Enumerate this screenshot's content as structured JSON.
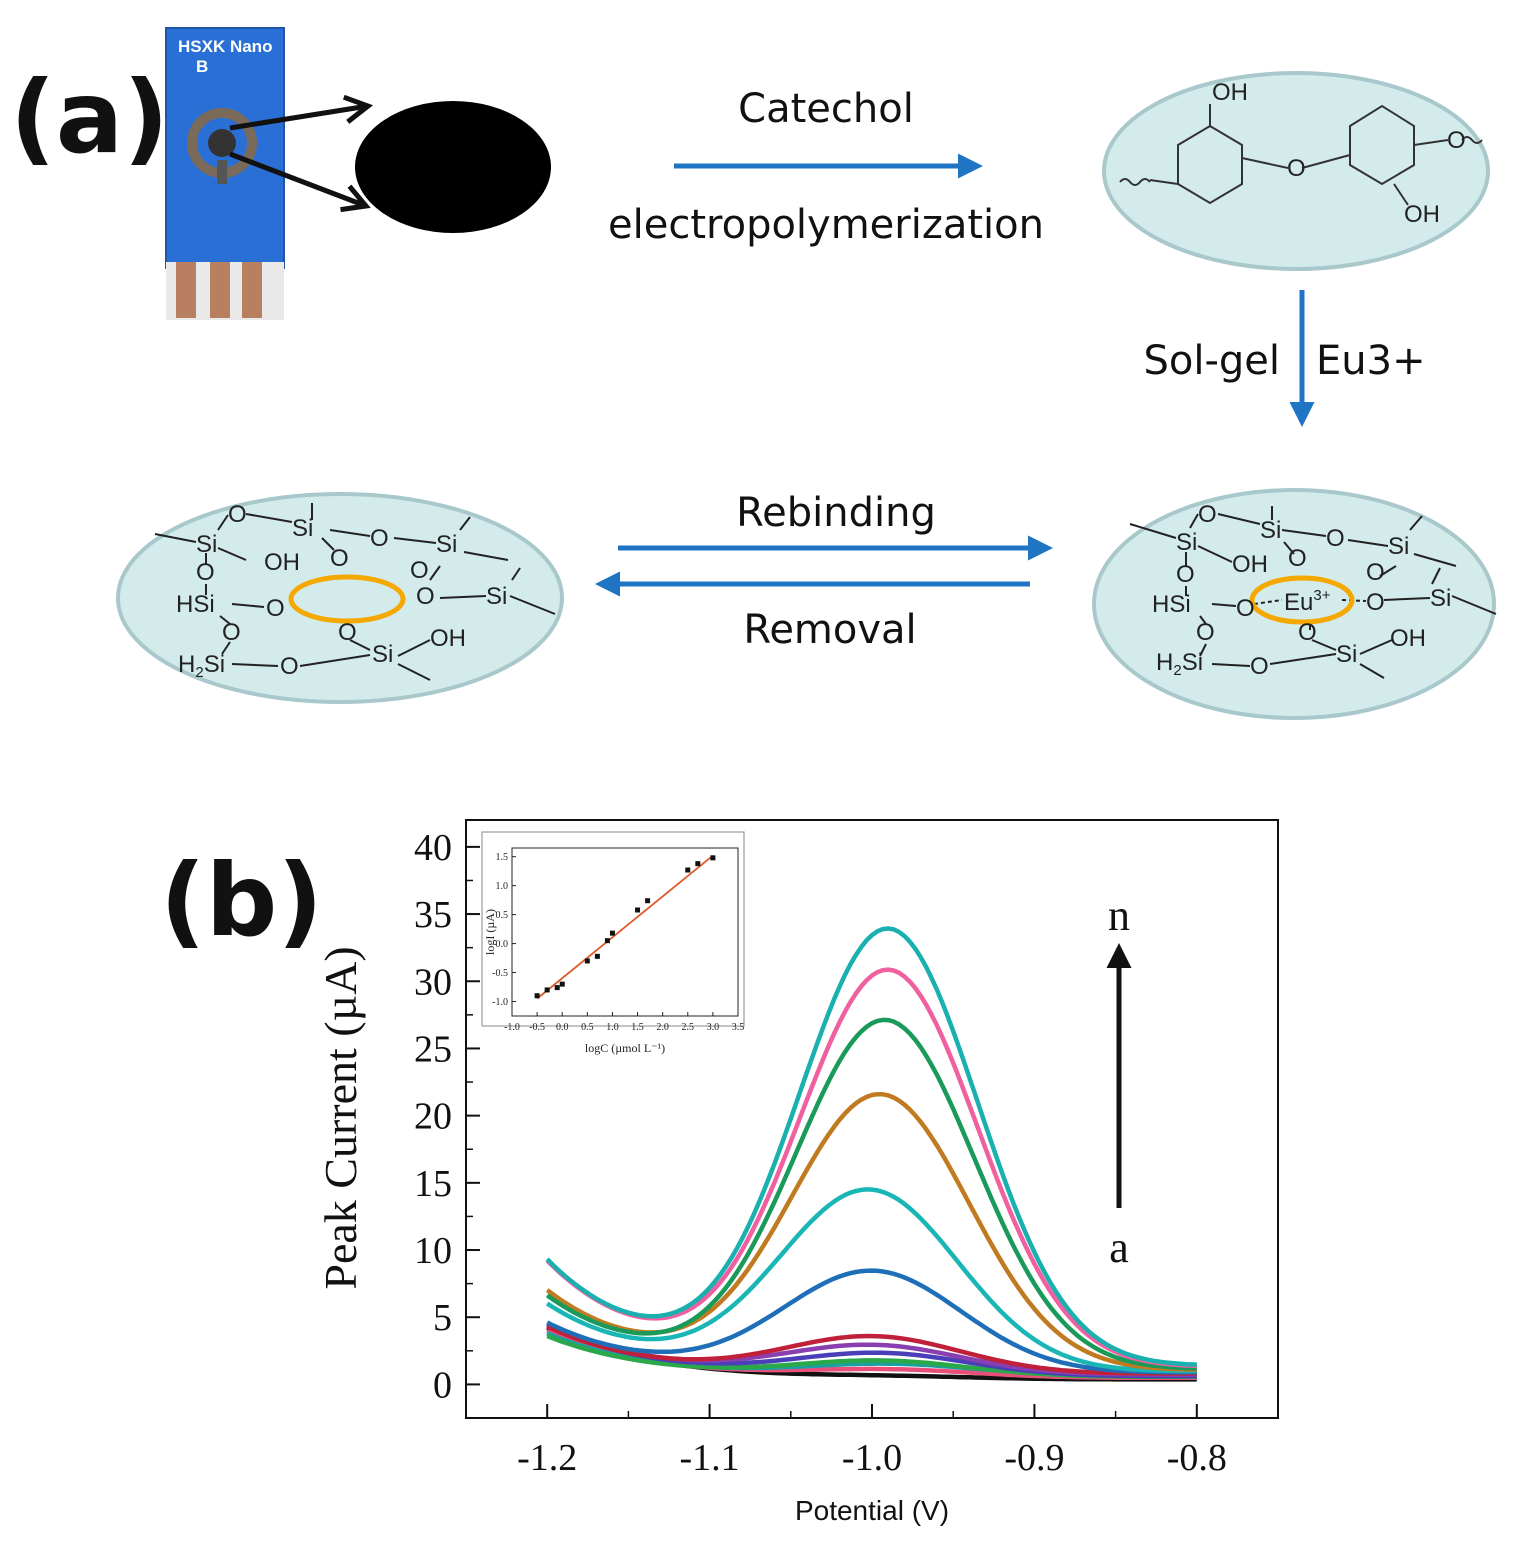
{
  "panel_a": {
    "label": "(a)",
    "electrode_text_line1": "HSXK Nano",
    "electrode_text_line2": "B",
    "step1_top": "Catechol",
    "step1_bottom": "electropolymerization",
    "step2_left": "Sol-gel",
    "step2_right": "Eu3+",
    "step3_top": "Rebinding",
    "step3_bottom": "Removal",
    "polymer_labels": {
      "oh_top": "OH",
      "oh_bottom": "OH",
      "o_center": "O",
      "o_right": "O"
    },
    "network_labels": {
      "si": "Si",
      "o": "O",
      "oh": "OH",
      "hsi": "HSi",
      "h2si": "H",
      "h2si_sub": "2",
      "h2si_si": "Si",
      "eu": "Eu",
      "eu_sup": "3+"
    },
    "colors": {
      "ellipse_fill": "#d4ebec",
      "ellipse_stroke": "#a8c8cb",
      "arrow_blue": "#1f74c4",
      "ring_orange": "#f5a800",
      "electrode_blue": "#2a6fd6"
    }
  },
  "panel_b": {
    "label": "(b)",
    "arrow_top": "n",
    "arrow_bottom": "a"
  },
  "chart_data": [
    {
      "type": "line",
      "xlabel": "Potential (V)",
      "ylabel": "Peak Current (µA)",
      "xlim": [
        -1.25,
        -0.75
      ],
      "ylim": [
        -2.5,
        42
      ],
      "xticks": [
        -1.2,
        -1.1,
        -1.0,
        -0.9,
        -0.8
      ],
      "xtick_labels": [
        "-1.2",
        "-1.1",
        "-1.0",
        "-0.9",
        "-0.8"
      ],
      "yticks": [
        0,
        5,
        10,
        15,
        20,
        25,
        30,
        35,
        40
      ],
      "ytick_labels": [
        "0",
        "5",
        "10",
        "15",
        "20",
        "25",
        "30",
        "35",
        "40"
      ],
      "grid": false,
      "series": [
        {
          "color": "#111111",
          "start": 4.2,
          "peak": 0.2,
          "peak_x": -0.99,
          "end": 0.45
        },
        {
          "color": "#e8507a",
          "start": 4.0,
          "peak": 0.6,
          "peak_x": -0.99,
          "end": 0.6
        },
        {
          "color": "#1aa0a0",
          "start": 3.8,
          "peak": 0.9,
          "peak_x": -0.99,
          "end": 0.8
        },
        {
          "color": "#2aa84a",
          "start": 3.6,
          "peak": 1.2,
          "peak_x": -0.995,
          "end": 0.7
        },
        {
          "color": "#4a3fb8",
          "start": 4.4,
          "peak": 1.7,
          "peak_x": -0.995,
          "end": 0.75
        },
        {
          "color": "#8a3fb0",
          "start": 4.5,
          "peak": 2.2,
          "peak_x": -1.0,
          "end": 0.9
        },
        {
          "color": "#c0203a",
          "start": 4.3,
          "peak": 2.8,
          "peak_x": -1.0,
          "end": 1.0
        },
        {
          "color": "#1f6fb8",
          "start": 4.6,
          "peak": 7.6,
          "peak_x": -1.0,
          "end": 1.1
        },
        {
          "color": "#1ab5b5",
          "start": 6.0,
          "peak": 13.5,
          "peak_x": -1.002,
          "end": 1.2
        },
        {
          "color": "#c07a20",
          "start": 7.0,
          "peak": 20.5,
          "peak_x": -0.995,
          "end": 1.3
        },
        {
          "color": "#1a9a5a",
          "start": 6.6,
          "peak": 26.0,
          "peak_x": -0.992,
          "end": 1.4
        },
        {
          "color": "#f060a0",
          "start": 9.2,
          "peak": 29.5,
          "peak_x": -0.99,
          "end": 1.6
        },
        {
          "color": "#1ab0b0",
          "start": 9.3,
          "peak": 32.5,
          "peak_x": -0.99,
          "end": 1.7
        }
      ]
    },
    {
      "type": "scatter",
      "xlabel": "logC (µmol L⁻¹)",
      "ylabel": "logI (µA)",
      "xlim": [
        -1.0,
        3.5
      ],
      "ylim": [
        -1.25,
        1.65
      ],
      "xticks": [
        -1.0,
        -0.5,
        0.0,
        0.5,
        1.0,
        1.5,
        2.0,
        2.5,
        3.0,
        3.5
      ],
      "xtick_labels": [
        "-1.0",
        "-0.5",
        "0.0",
        "0.5",
        "1.0",
        "1.5",
        "2.0",
        "2.5",
        "3.0",
        "3.5"
      ],
      "yticks": [
        -1.0,
        -0.5,
        0.0,
        0.5,
        1.0,
        1.5
      ],
      "ytick_labels": [
        "-1.0",
        "-0.5",
        "0.0",
        "0.5",
        "1.0",
        "1.5"
      ],
      "points": {
        "x": [
          -0.5,
          -0.3,
          -0.1,
          0.0,
          0.5,
          0.7,
          0.9,
          1.0,
          1.5,
          1.7,
          2.5,
          2.7,
          3.0
        ],
        "y": [
          -0.9,
          -0.8,
          -0.76,
          -0.7,
          -0.3,
          -0.22,
          0.05,
          0.18,
          0.58,
          0.74,
          1.27,
          1.38,
          1.48
        ]
      },
      "fit": {
        "x": [
          -0.5,
          3.0
        ],
        "y": [
          -0.95,
          1.52
        ]
      },
      "colors": {
        "points": "#111111",
        "fit": "#e05a2a"
      }
    }
  ]
}
